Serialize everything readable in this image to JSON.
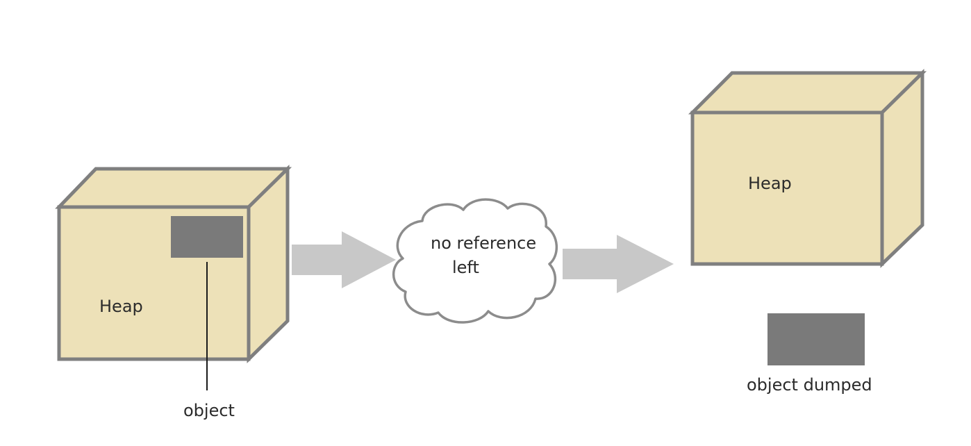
{
  "left_heap": {
    "label": "Heap",
    "object_label": "object"
  },
  "cloud": {
    "line1": "no reference",
    "line2": "left"
  },
  "right_heap": {
    "label": "Heap"
  },
  "dumped_object": {
    "label": "object dumped"
  },
  "colors": {
    "box_fill": "#ede1b8",
    "box_stroke": "#7f7f7f",
    "object_fill": "#7a7a7a",
    "arrow_fill": "#c8c8c8",
    "cloud_stroke": "#8c8c8c"
  }
}
